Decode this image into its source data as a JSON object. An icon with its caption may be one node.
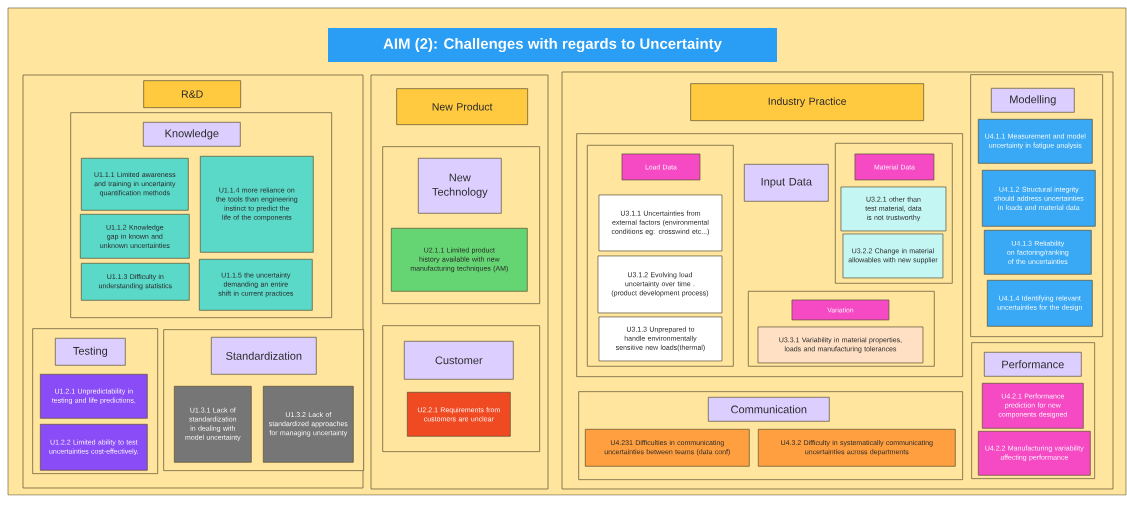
{
  "diagram": {
    "title": "AIM (2): Challenges with regards to Uncertainty",
    "nodes": [
      {
        "text": [],
        "shape": "box"
      },
      {
        "text": [
          "R&D"
        ],
        "in": 0
      },
      {
        "text": [],
        "shape": "box",
        "in": 0
      },
      {
        "text": [
          "Knowledge"
        ],
        "in": 2
      },
      {
        "text": [
          "U1.1.1 Limited awareness and training in uncertainty quantification methods"
        ],
        "in": 2
      },
      {
        "text": [
          "U1.1.2 Knowledge gap in known and unknown uncertainties"
        ],
        "in": 2
      },
      {
        "text": [
          "U1.1.3 Difficulty in understanding statistics"
        ],
        "in": 2
      },
      {
        "text": [
          "U1.1.4 more reliance on the tools than engineering instinct to predict the life of the components"
        ],
        "in": 2
      },
      {
        "text": [
          "U1.1.5 the uncertainty demanding an entire shift in current practices"
        ],
        "in": 2
      },
      {
        "text": [],
        "shape": "box",
        "in": 0
      },
      {
        "text": [
          "Testing"
        ],
        "in": 9
      },
      {
        "text": [
          "U1.2.1 Unpredictability in testing and life predictions,"
        ],
        "in": 9
      },
      {
        "text": [
          "U1.2.2 Limited ability to test uncertainties cost-effectively."
        ],
        "in": 9
      },
      {
        "text": [],
        "shape": "box",
        "in": 0
      },
      {
        "text": [
          "Standardization"
        ],
        "in": 13
      },
      {
        "text": [
          "U1.3.1 Lack of standardization in dealing with model uncertainty"
        ],
        "in": 13
      },
      {
        "text": [
          "U1.3.2 Lack of standardized approaches for managing uncertainty"
        ],
        "in": 13
      },
      {
        "text": [],
        "shape": "box"
      },
      {
        "text": [
          "New Product"
        ],
        "in": 17
      },
      {
        "text": [],
        "shape": "box",
        "in": 17
      },
      {
        "text": [
          "New Technology"
        ],
        "in": 19
      },
      {
        "text": [
          "U2.1.1 Limited product history available with new manufacturing techniques (AM)"
        ],
        "in": 19
      },
      {
        "text": [],
        "shape": "box",
        "in": 17
      },
      {
        "text": [
          "Customer"
        ],
        "in": 22
      },
      {
        "text": [
          "U2.2.1 Requirements from customers are unclear"
        ],
        "in": 22
      },
      {
        "text": [],
        "shape": "box"
      },
      {
        "text": [
          "Industry Practice"
        ],
        "in": 25
      },
      {
        "text": [],
        "shape": "box",
        "in": 25
      },
      {
        "text": [],
        "shape": "box",
        "in": 27
      },
      {
        "text": [
          "Load Data"
        ],
        "in": 28
      },
      {
        "text": [
          "U3.1.1 Uncertainties from external factors (environmental conditions eg: crosswind etc...)"
        ],
        "in": 28
      },
      {
        "text": [
          "U3.1.2 Evolving load uncertainty over time . (product development process)"
        ],
        "in": 28
      },
      {
        "text": [
          "U3.1.3 Unprepared to handle environmentally sensitive new loads(thermal)"
        ],
        "in": 28
      },
      {
        "text": [
          "Input Data"
        ],
        "in": 27
      },
      {
        "text": [],
        "shape": "box",
        "in": 27
      },
      {
        "text": [
          "Material Data"
        ],
        "in": 34
      },
      {
        "text": [
          "U3.2.1 other than test material, data is not trustworthy"
        ],
        "in": 34
      },
      {
        "text": [
          "U3.2.2 Change in material allowables with new supplier"
        ],
        "in": 34
      },
      {
        "text": [],
        "shape": "box",
        "in": 27
      },
      {
        "text": [
          "Variation"
        ],
        "in": 38
      },
      {
        "text": [
          "U3.3.1 Variability in material properties, loads and manufacturing tolerances"
        ],
        "in": 38
      },
      {
        "text": [],
        "shape": "box",
        "in": 25
      },
      {
        "text": [
          "Communication"
        ],
        "in": 41
      },
      {
        "text": [
          "U4.231 Difficulties in communicating uncertainties between teams (data conf)"
        ],
        "in": 41
      },
      {
        "text": [
          "U4.3.2 Difficulty in systematically communicating uncertainties across departments"
        ],
        "in": 41
      },
      {
        "text": [],
        "shape": "box",
        "in": 25
      },
      {
        "text": [
          "Modelling"
        ],
        "in": 45
      },
      {
        "text": [
          "U4.1.1 Measurement and model uncertainty in fatigue analysis"
        ],
        "in": 45
      },
      {
        "text": [
          "U4.1.2 Structural integrity should address uncertainties in loads and material data"
        ],
        "in": 45
      },
      {
        "text": [
          "U4.1.3 Reliability on factoring/ranking of the uncertainties"
        ],
        "in": 45
      },
      {
        "text": [
          "U4.1.4 Identifying relevant uncertainties for the design"
        ],
        "in": 45
      },
      {
        "text": [],
        "shape": "box",
        "in": 25
      },
      {
        "text": [
          "Performance"
        ],
        "in": 51
      },
      {
        "text": [
          "U4.2.1 Performance prediction for new components designed"
        ],
        "in": 51
      },
      {
        "text": [
          "U4.2.2 Manufacturing variability affecting performance"
        ],
        "in": 51
      }
    ]
  }
}
